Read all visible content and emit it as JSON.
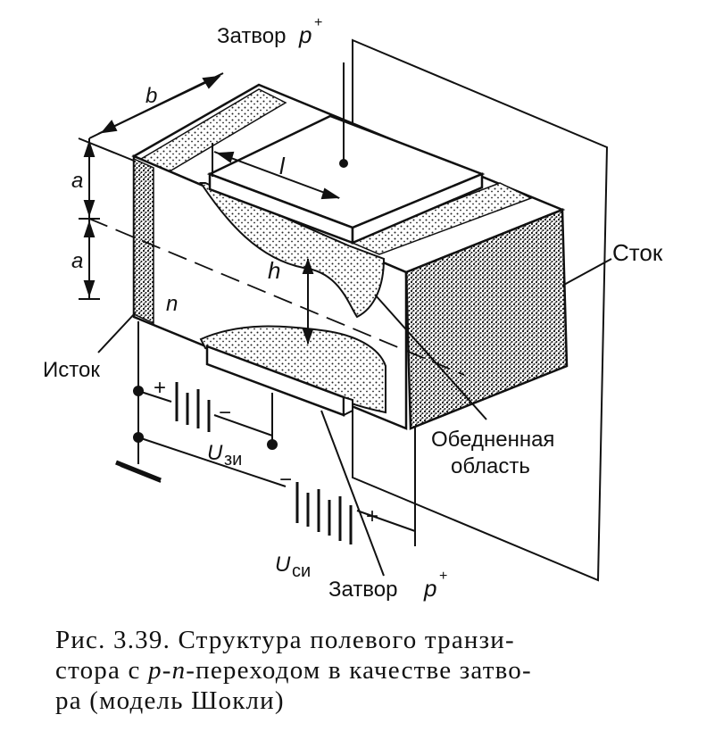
{
  "labels": {
    "gate_top": "Затвор",
    "gate_bottom": "Затвор",
    "gate_sup": "p",
    "gate_plus": "+",
    "drain": "Сток",
    "source": "Исток",
    "depleted_line1": "Обедненная",
    "depleted_line2": "область",
    "dim_b": "b",
    "dim_a_upper": "a",
    "dim_a_lower": "a",
    "dim_l": "l",
    "dim_h": "h",
    "channel_n": "n",
    "u_gs": "U",
    "u_gs_sub": "зи",
    "u_ds": "U",
    "u_ds_sub": "си",
    "plus_sign": "+",
    "minus_sign": "−"
  },
  "caption": {
    "prefix": "Рис.  3.39.  Структура  полевого  транзи-",
    "line2_start": "стора  с  ",
    "line2_italic": "p-n",
    "line2_end": "-переходом  в  качестве  затво-",
    "line3": "ра  (модель Шокли)"
  }
}
